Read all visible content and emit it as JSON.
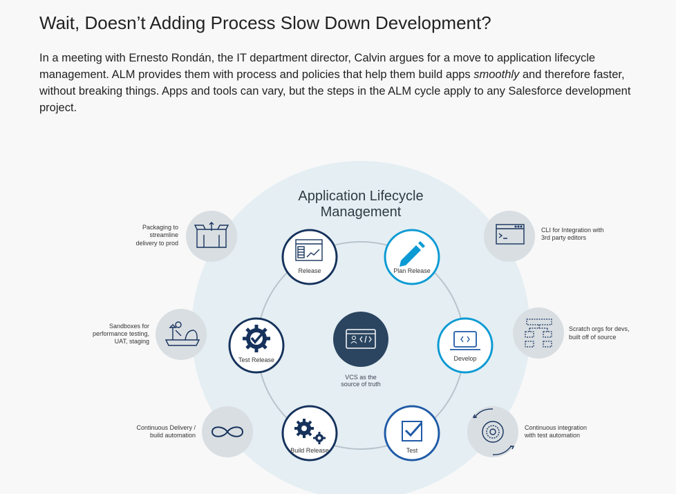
{
  "article": {
    "heading": "Wait, Doesn’t Adding Process Slow Down Development?",
    "paragraph_part1": "In a meeting with Ernesto Rondán, the IT department director, Calvin argues for a move to application lifecycle management. ALM provides them with process and policies that help them build apps ",
    "paragraph_emphasis": "smoothly",
    "paragraph_part2": " and therefore faster, without breaking things. Apps and tools can vary, but the steps in the ALM cycle apply to any Salesforce development project."
  },
  "diagram": {
    "title_line1": "Application Lifecycle",
    "title_line2": "Management",
    "center_label_line1": "VCS as the",
    "center_label_line2": "source of truth",
    "center_icon": "code-window-icon",
    "colors": {
      "dark_navy": "#16325c",
      "bright_blue": "#0b9ad3",
      "mid_blue": "#1f5aa6",
      "circle_bg": "#e4eef3",
      "satellite_bg": "#d9dee2",
      "ring_line": "#b8c4cc",
      "center_fill": "#2b4560"
    },
    "stages": [
      {
        "label": "Release",
        "icon": "release-window-icon"
      },
      {
        "label": "Plan Release",
        "icon": "pencil-icon"
      },
      {
        "label": "Develop",
        "icon": "laptop-code-icon"
      },
      {
        "label": "Test",
        "icon": "checkbox-icon"
      },
      {
        "label": "Build Release",
        "icon": "gears-icon"
      },
      {
        "label": "Test Release",
        "icon": "gear-check-icon"
      }
    ],
    "notes": {
      "packaging": [
        "Packaging to",
        "streamline",
        "delivery to prod"
      ],
      "cli": [
        "CLI for Integration with",
        "3rd party editors"
      ],
      "sandboxes": [
        "Sandboxes for",
        "performance testing,",
        "UAT, staging"
      ],
      "scratch": [
        "Scratch orgs for devs,",
        "built off of source"
      ],
      "cd": [
        "Continuous Delivery /",
        "build automation"
      ],
      "ci": [
        "Continuous integration",
        "with test automation"
      ]
    },
    "note_icons": {
      "packaging": "package-box-icon",
      "cli": "terminal-icon",
      "sandboxes": "sandbox-icon",
      "scratch": "org-chart-icon",
      "cd": "infinity-icon",
      "ci": "cycle-gear-icon"
    }
  }
}
